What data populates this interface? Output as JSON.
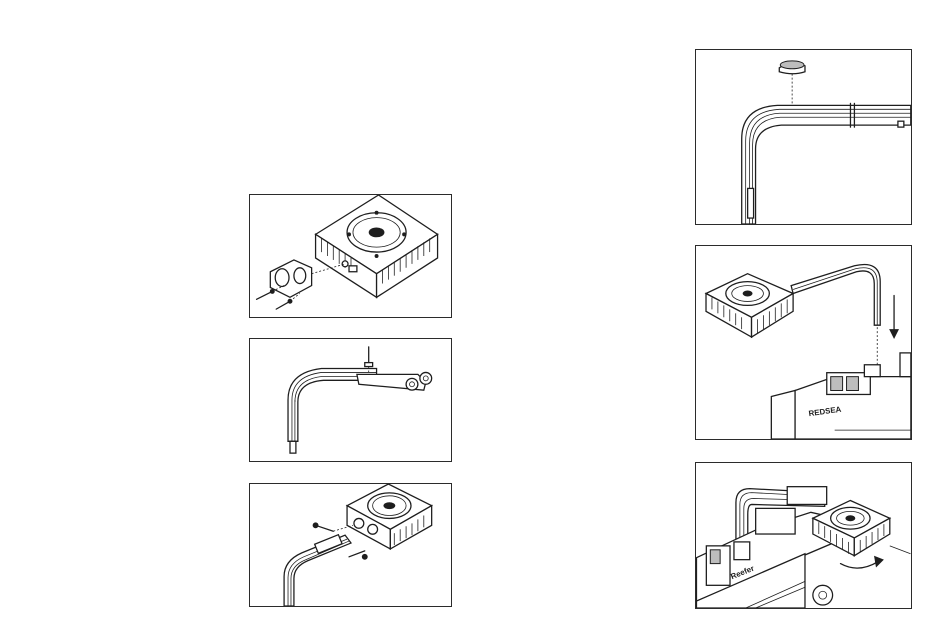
{
  "panels": [
    {
      "id": "attach-bracket-to-unit"
    },
    {
      "id": "arm-with-mount-screw"
    },
    {
      "id": "arm-bracket-to-unit"
    },
    {
      "id": "cap-on-arm"
    },
    {
      "id": "lower-arm-onto-tank"
    },
    {
      "id": "rotate-unit-into-position"
    }
  ],
  "tank_label": "REDSEA",
  "tank_label_2": "Reefer"
}
